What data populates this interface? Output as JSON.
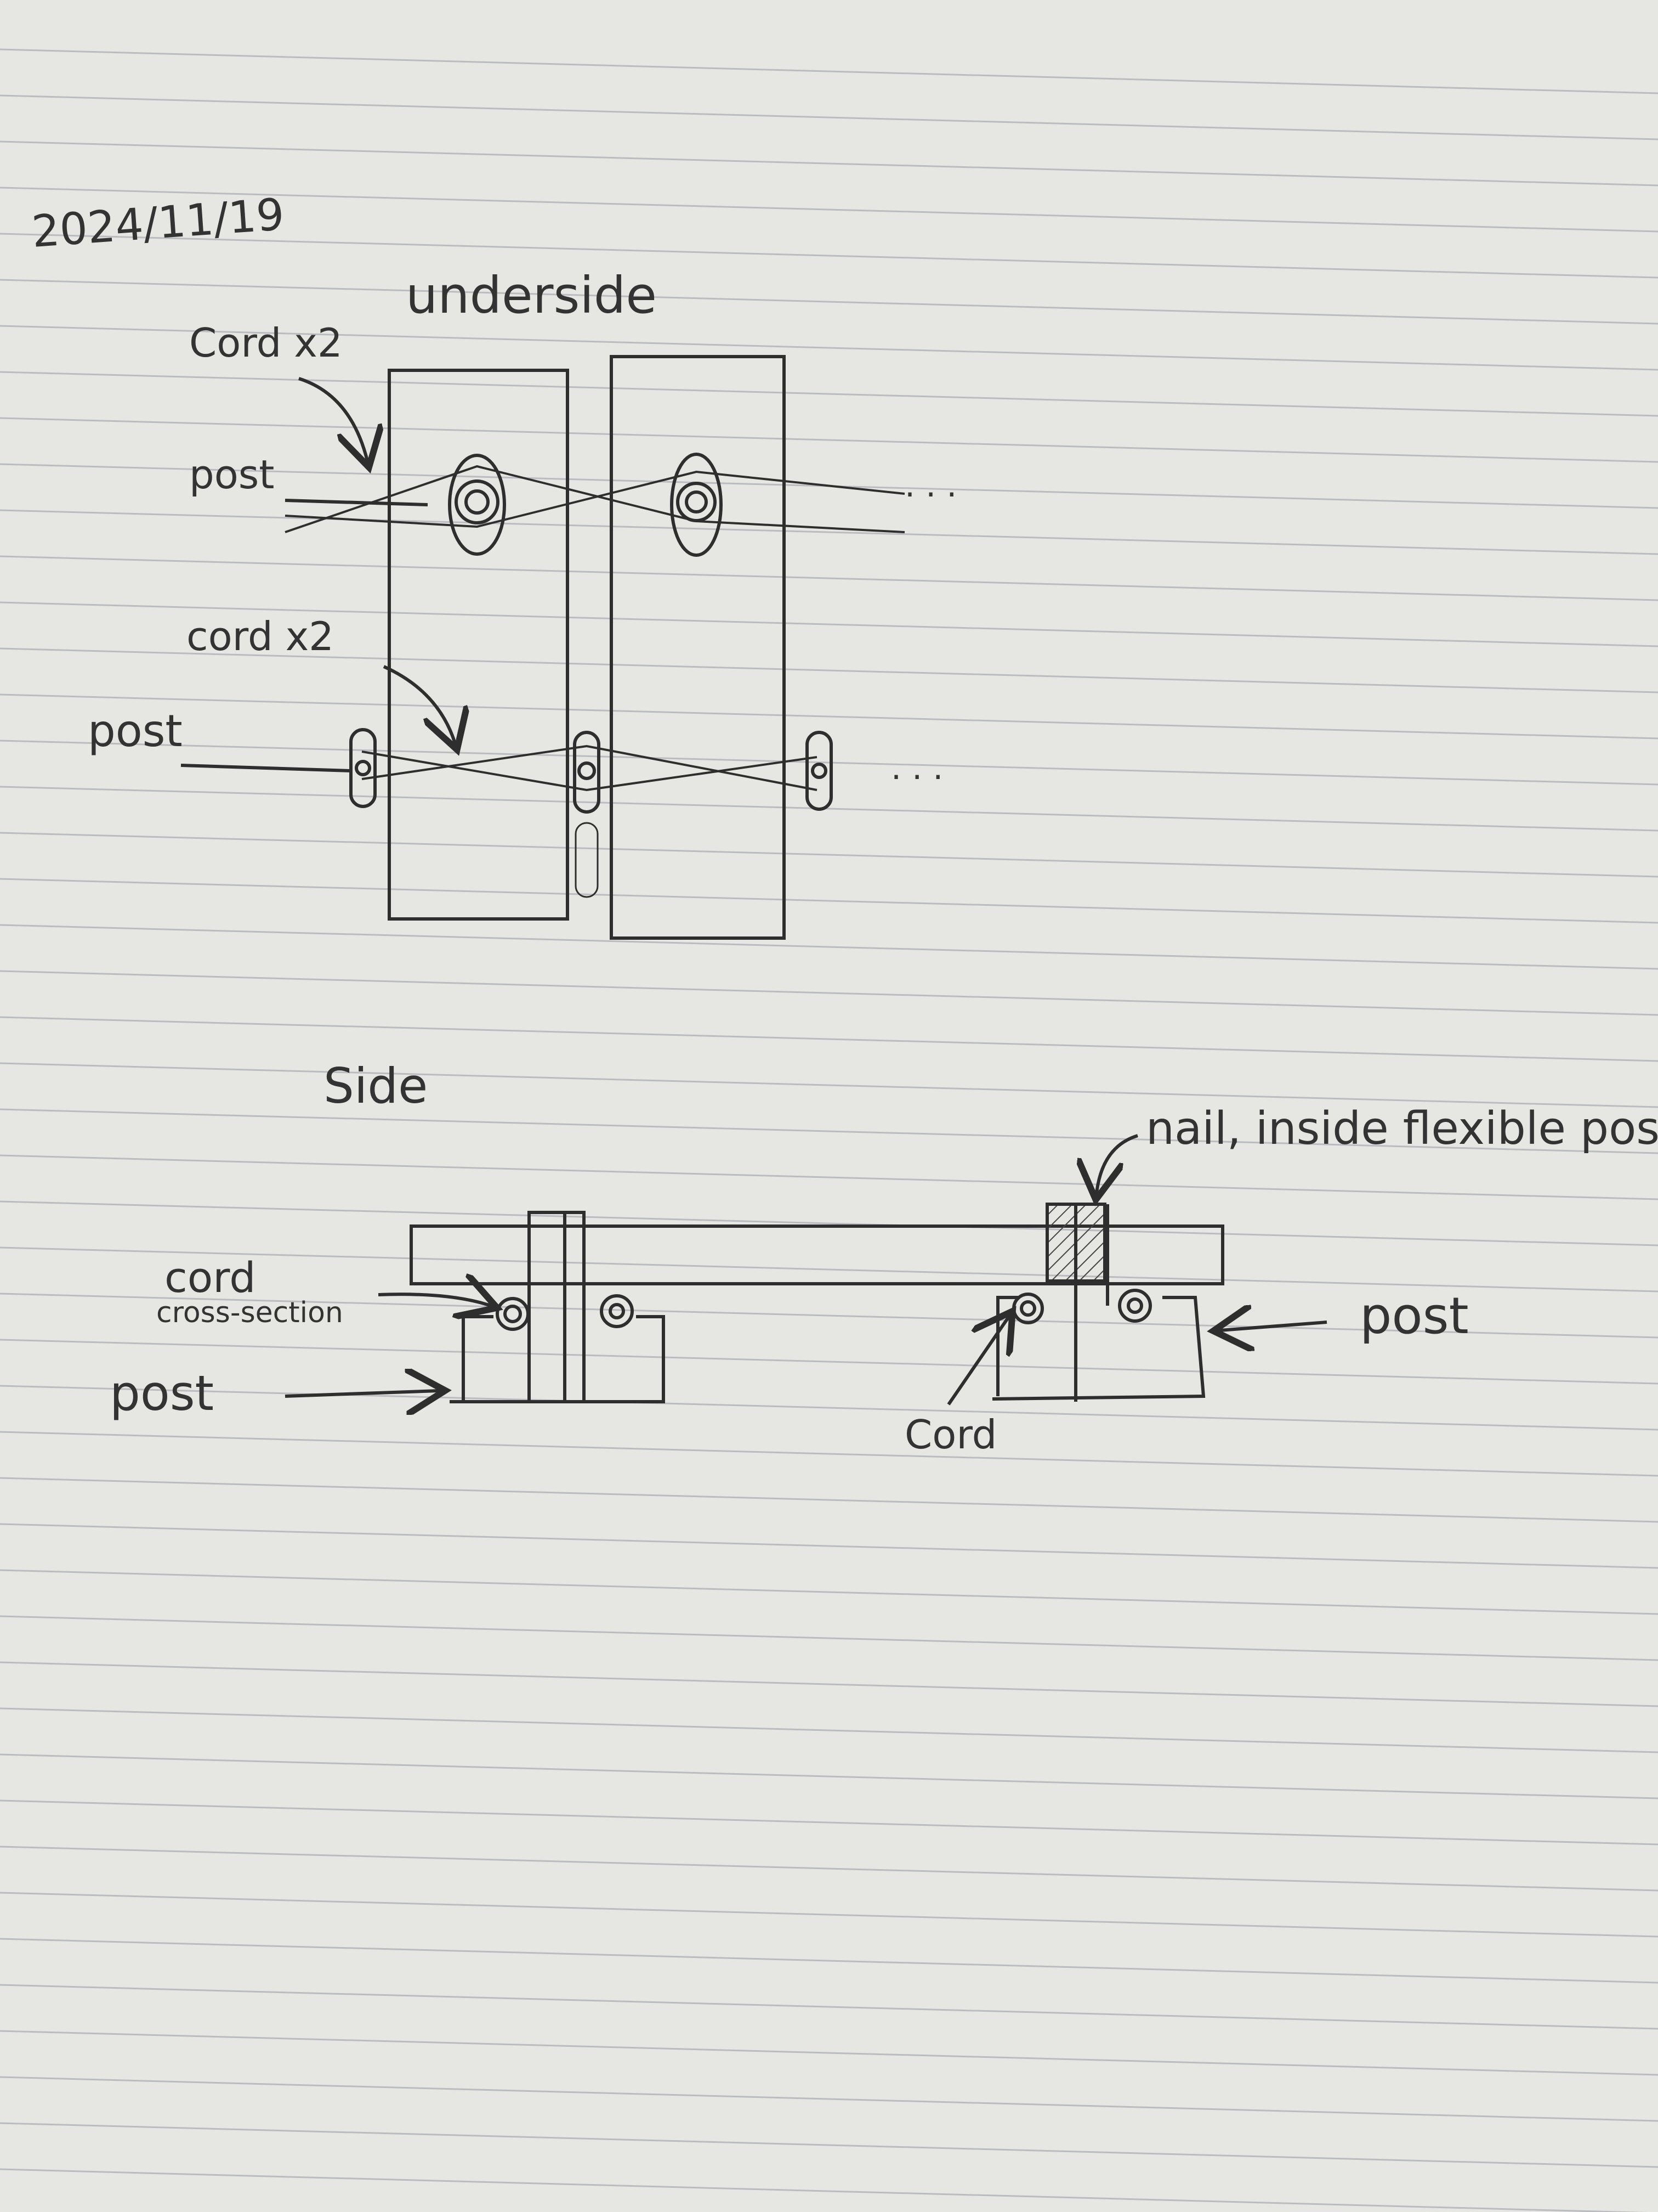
{
  "page": {
    "date": "2024/11/19",
    "paper_color": "#e6e6e2",
    "rule_color": "#b9bcc0",
    "ink_color": "#2e2e2e"
  },
  "underside": {
    "title": "underside",
    "cord_label_top": "Cord x2",
    "post_label_top": "post",
    "cord_label_bottom": "cord x2",
    "post_label_bottom": "post",
    "ellipsis_top": ". . .",
    "ellipsis_bottom": ". . ."
  },
  "side": {
    "title": "Side",
    "cord_label_left": "cord",
    "cross_section_label": "cross-section",
    "post_label_left": "post",
    "nail_label": "nail, inside flexible post",
    "post_label_right": "post",
    "cord_label_right": "Cord"
  }
}
